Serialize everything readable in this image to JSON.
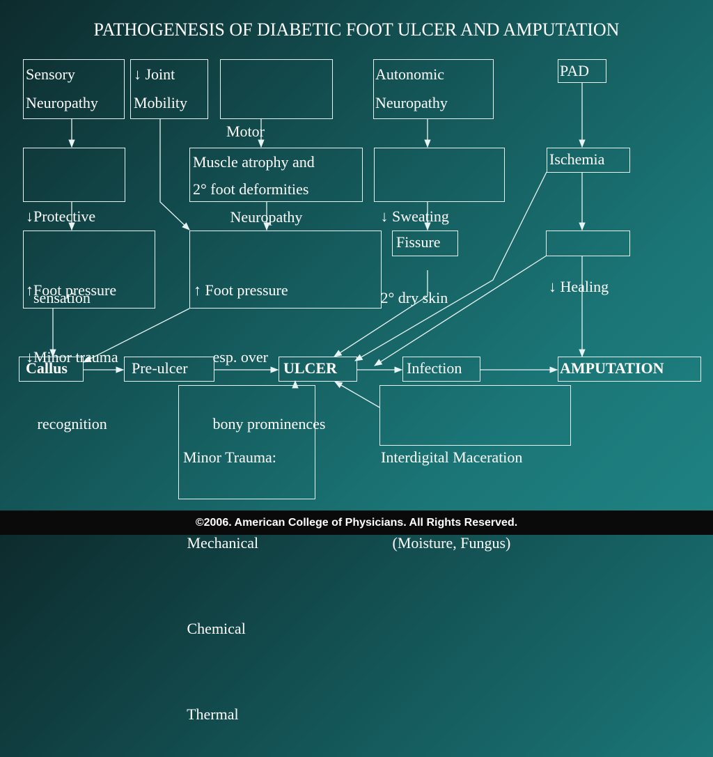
{
  "title": "PATHOGENESIS OF DIABETIC FOOT ULCER AND AMPUTATION",
  "boxes": {
    "sensory": [
      "Sensory",
      "Neuropathy"
    ],
    "joint": [
      "↓ Joint",
      "Mobility"
    ],
    "motor": [
      "Motor",
      " Neuropathy"
    ],
    "autonomic": [
      "Autonomic",
      "Neuropathy"
    ],
    "pad": [
      "PAD"
    ],
    "protective": [
      "↓Protective",
      "  sensation"
    ],
    "muscle": [
      "Muscle atrophy and",
      "2° foot deformities"
    ],
    "sweating": [
      " ↓ Sweating",
      " 2° dry skin"
    ],
    "ischemia": [
      "Ischemia"
    ],
    "foot_pressure_left": [
      "↑Foot pressure",
      "↓Minor trauma",
      "   recognition"
    ],
    "foot_pressure_mid": [
      "↑ Foot pressure",
      "     esp. over",
      "     bony prominences"
    ],
    "fissure": [
      "Fissure"
    ],
    "healing": [
      "↓ Healing"
    ],
    "callus": [
      "Callus"
    ],
    "preulcer": [
      "Pre-ulcer"
    ],
    "ulcer": [
      "ULCER"
    ],
    "infection": [
      "Infection"
    ],
    "amputation": [
      "AMPUTATION"
    ],
    "minor_trauma": [
      "Minor Trauma:",
      " Mechanical",
      " Chemical",
      " Thermal"
    ],
    "interdigital": [
      "Interdigital Maceration",
      "   (Moisture, Fungus)"
    ]
  },
  "footer": "©2006.  American College of Physicians.  All Rights Reserved.",
  "colors": {
    "background_start": "#0d2b2d",
    "background_end": "#1f8383",
    "line": "#e8f4f4",
    "footer_bg": "#0a0a0a"
  }
}
